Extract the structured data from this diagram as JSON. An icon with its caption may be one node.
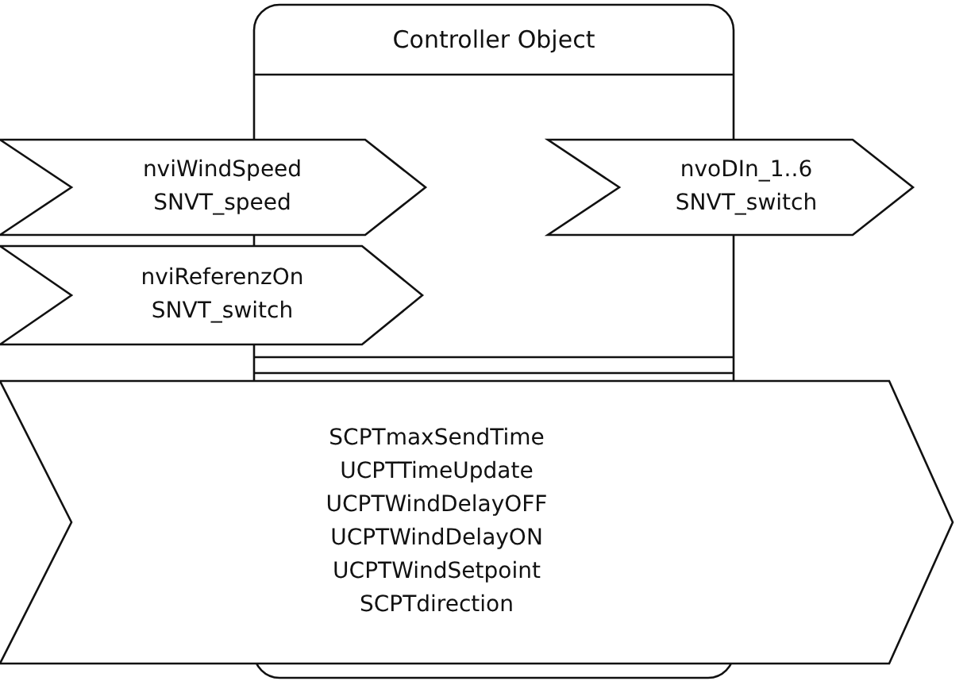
{
  "diagram": {
    "nodes": [
      {
        "text": [
          "Controller Object"
        ]
      },
      {
        "text": [
          "nviWindSpeed",
          "SNVT_speed"
        ]
      },
      {
        "text": [
          "nvoDIn_1..6",
          "SNVT_switch"
        ]
      },
      {
        "text": [
          "nviReferenzOn",
          "SNVT_switch"
        ]
      },
      {
        "text": [
          "SCPTmaxSendTime",
          "UCPTTimeUpdate",
          "UCPTWindDelayOFF",
          "UCPTWindDelayON",
          "UCPTWindSetpoint",
          "SCPTdirection"
        ]
      }
    ]
  }
}
